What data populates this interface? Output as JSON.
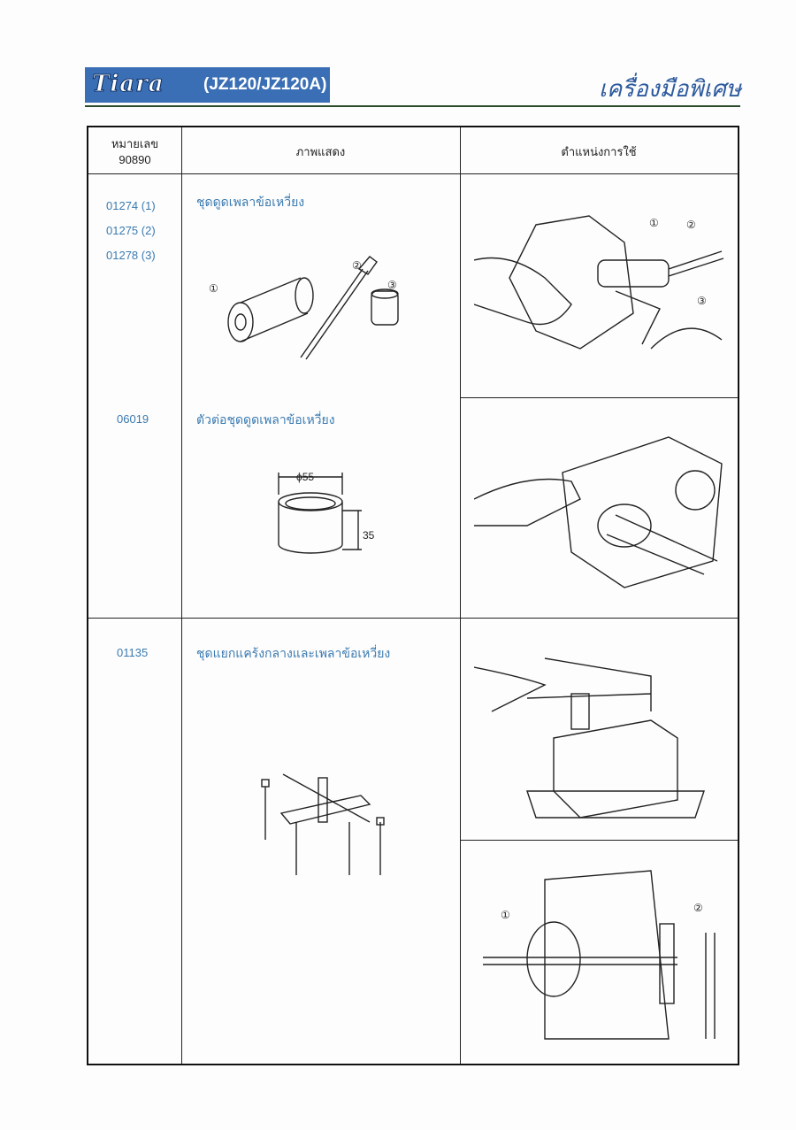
{
  "header": {
    "logo": "Tiara",
    "model": "(JZ120/JZ120A)",
    "title": "เครื่องมือพิเศษ"
  },
  "table": {
    "columns": {
      "part_no_label": "หมายเลข",
      "part_no_prefix": "90890",
      "illustration": "ภาพแสดง",
      "usage": "ตำแหน่งการใช้"
    },
    "rows": [
      {
        "part_numbers": [
          "01274 (1)",
          "01275 (2)",
          "01278 (3)"
        ],
        "name": "ชุดดูดเพลาข้อเหวี่ยง",
        "callouts": [
          "①",
          "②",
          "③"
        ]
      },
      {
        "part_numbers": [
          "06019"
        ],
        "name": "ตัวต่อชุดดูดเพลาข้อเหวี่ยง",
        "dimensions": {
          "diameter": "ϕ55",
          "height": "35"
        }
      },
      {
        "part_numbers": [
          "01135"
        ],
        "name": "ชุดแยกแคร้งกลางและเพลาข้อเหวี่ยง",
        "callouts": [
          "①",
          "②"
        ]
      }
    ]
  }
}
